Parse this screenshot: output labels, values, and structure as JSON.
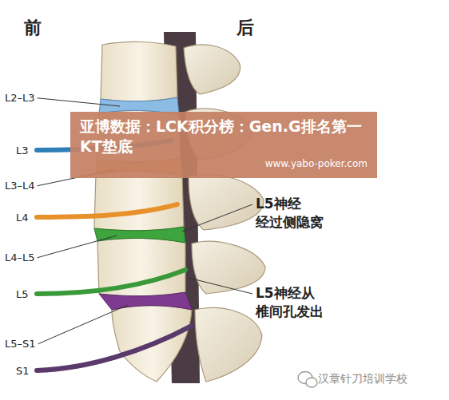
{
  "diagram": {
    "nodes": [
      {
        "text": [
          "亚博数据：LCK积分榜：Gen.G排名第一 KT垫底",
          "www.yabo-poker.com"
        ]
      }
    ],
    "labels": [
      "前",
      "后",
      "L2–L3",
      "L3",
      "L3–L4",
      "L4",
      "L4–L5",
      "L5",
      "L5–S1",
      "S1",
      "L5神经 经过侧隐窝",
      "L5神经从 椎间孔发出",
      "汉章针刀培训学校"
    ]
  }
}
